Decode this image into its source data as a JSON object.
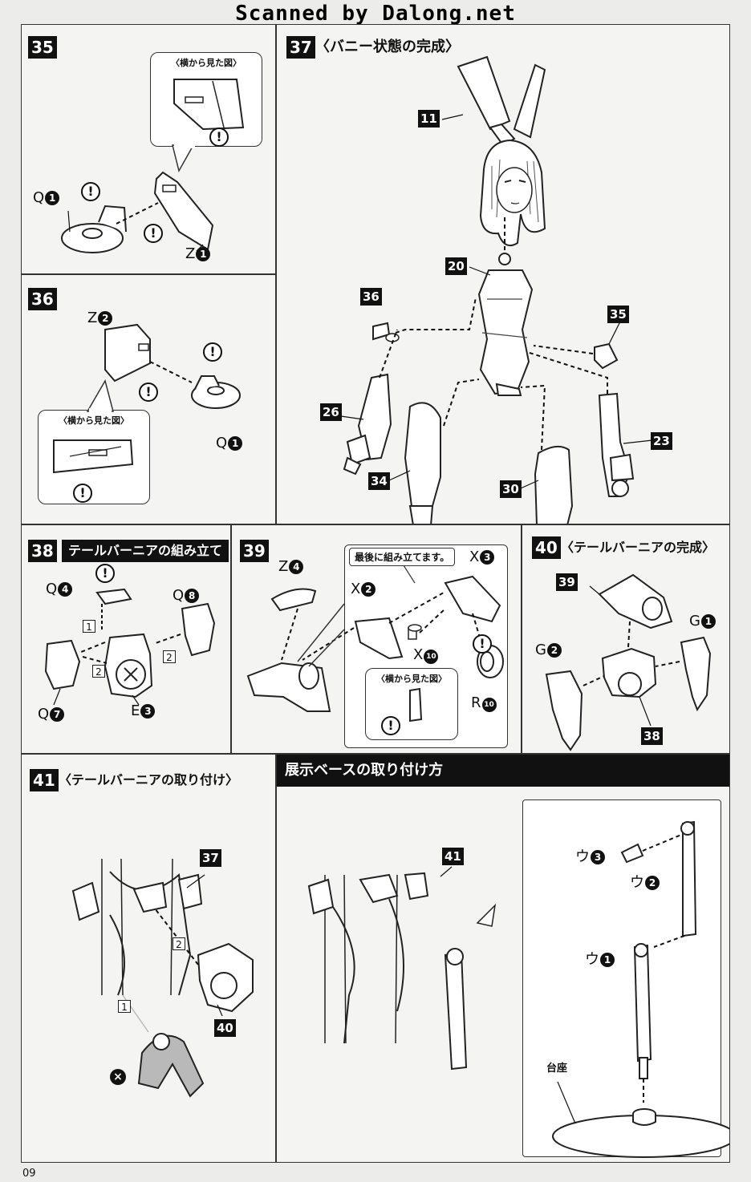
{
  "watermark": "Scanned by Dalong.net",
  "page_number": "09",
  "common": {
    "side_view": "〈横から見た図〉",
    "warning_glyph": "!",
    "ng_glyph": "×"
  },
  "steps": {
    "s35": {
      "num": "35",
      "labels": [
        "Q",
        "1",
        "Z",
        "1"
      ]
    },
    "s36": {
      "num": "36",
      "labels": [
        "Z",
        "2",
        "Q",
        "1"
      ]
    },
    "s37": {
      "num": "37",
      "title": "〈バニー状態の完成〉",
      "tags": [
        "11",
        "20",
        "36",
        "35",
        "26",
        "23",
        "34",
        "30"
      ]
    },
    "s38": {
      "num": "38",
      "title": "テールバーニアの組み立て",
      "labels": [
        "Q",
        "4",
        "Q",
        "8",
        "Q",
        "7",
        "E",
        "3"
      ],
      "order": [
        "1",
        "2",
        "2"
      ]
    },
    "s39": {
      "num": "39",
      "note": "最後に組み立てます。",
      "labels": [
        "Z",
        "4",
        "X",
        "2",
        "X",
        "3",
        "X",
        "10",
        "R",
        "10"
      ]
    },
    "s40": {
      "num": "40",
      "title": "〈テールバーニアの完成〉",
      "tags": [
        "39",
        "38"
      ],
      "labels": [
        "G",
        "1",
        "G",
        "2"
      ]
    },
    "s41": {
      "num": "41",
      "title": "〈テールバーニアの取り付け〉",
      "tags": [
        "37",
        "40"
      ],
      "order": [
        "2",
        "1"
      ]
    },
    "base": {
      "title": "展示ベースの取り付け方",
      "tags": [
        "41"
      ],
      "labels": [
        "ウ",
        "3",
        "ウ",
        "2",
        "ウ",
        "1"
      ],
      "stand_label": "台座"
    }
  }
}
